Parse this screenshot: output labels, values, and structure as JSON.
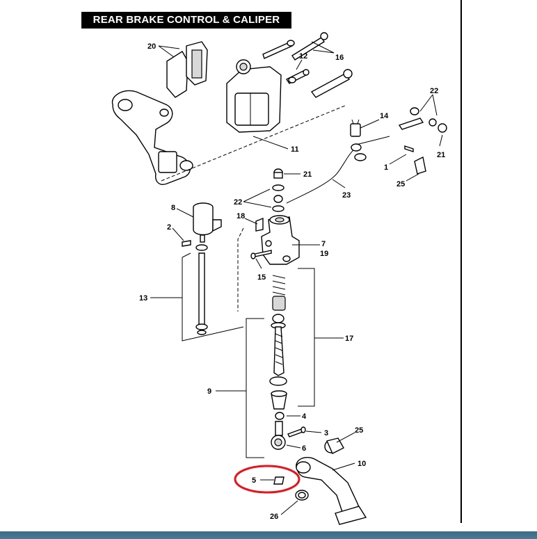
{
  "title": "REAR BRAKE CONTROL & CALIPER",
  "callouts": {
    "c20": "20",
    "c16": "16",
    "c12": "12",
    "c22a": "22",
    "c14": "14",
    "c21a": "21",
    "c1": "1",
    "c25a": "25",
    "c11": "11",
    "c21b": "21",
    "c22b": "22",
    "c23": "23",
    "c8": "8",
    "c2": "2",
    "c18": "18",
    "c7": "7",
    "c19": "19",
    "c15": "15",
    "c13": "13",
    "c17": "17",
    "c9": "9",
    "c4": "4",
    "c3": "3",
    "c25b": "25",
    "c6": "6",
    "c10": "10",
    "c5": "5",
    "c26": "26"
  },
  "colors": {
    "highlight": "#e8141b",
    "bottom_bar": "#4a7a96"
  }
}
